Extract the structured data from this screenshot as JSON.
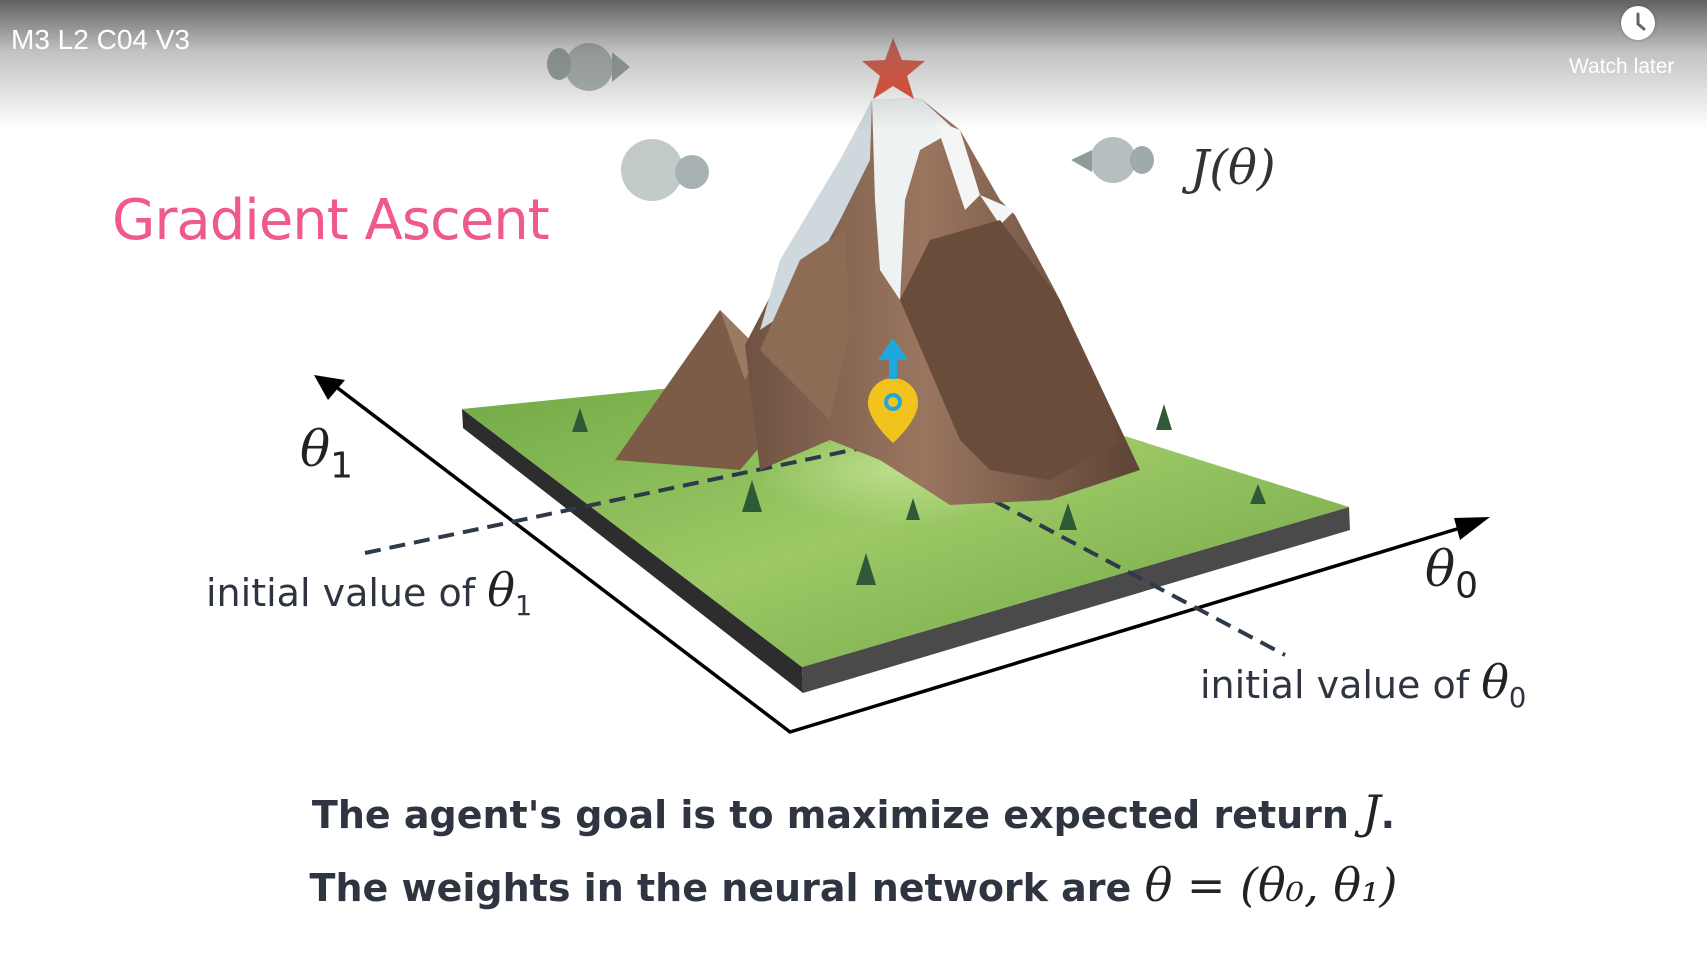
{
  "player": {
    "video_title": "M3 L2 C04 V3",
    "watch_later_label": "Watch later",
    "watch_later_icon": "clock-icon"
  },
  "slide": {
    "title": "Gradient Ascent",
    "objective_label": "J(θ)",
    "axis_theta1": {
      "symbol": "θ",
      "subscript": "1"
    },
    "axis_theta0": {
      "symbol": "θ",
      "subscript": "0"
    },
    "initial_theta1": {
      "text": "initial value of",
      "symbol": "θ",
      "subscript": "1"
    },
    "initial_theta0": {
      "text": "initial value of",
      "symbol": "θ",
      "subscript": "0"
    },
    "caption_line1": {
      "text": "The agent's goal is to maximize expected return",
      "symbol": "J",
      "end": "."
    },
    "caption_line2": {
      "text": "The weights in the neural network are",
      "equation": "θ = (θ₀, θ₁)"
    }
  },
  "colors": {
    "title": "#ef5a88",
    "ground": "#7fb850",
    "mountain": "#8a6650",
    "snow": "#eef2f2",
    "star": "#e8452c",
    "pin": "#f2c21d",
    "arrow": "#1ea8de",
    "trees": "#2f5a38",
    "clouds": "#a9b2b2"
  },
  "icons": [
    "clock-icon",
    "star-icon",
    "location-pin-icon",
    "up-arrow-icon",
    "cloud-icon",
    "tree-icon"
  ]
}
